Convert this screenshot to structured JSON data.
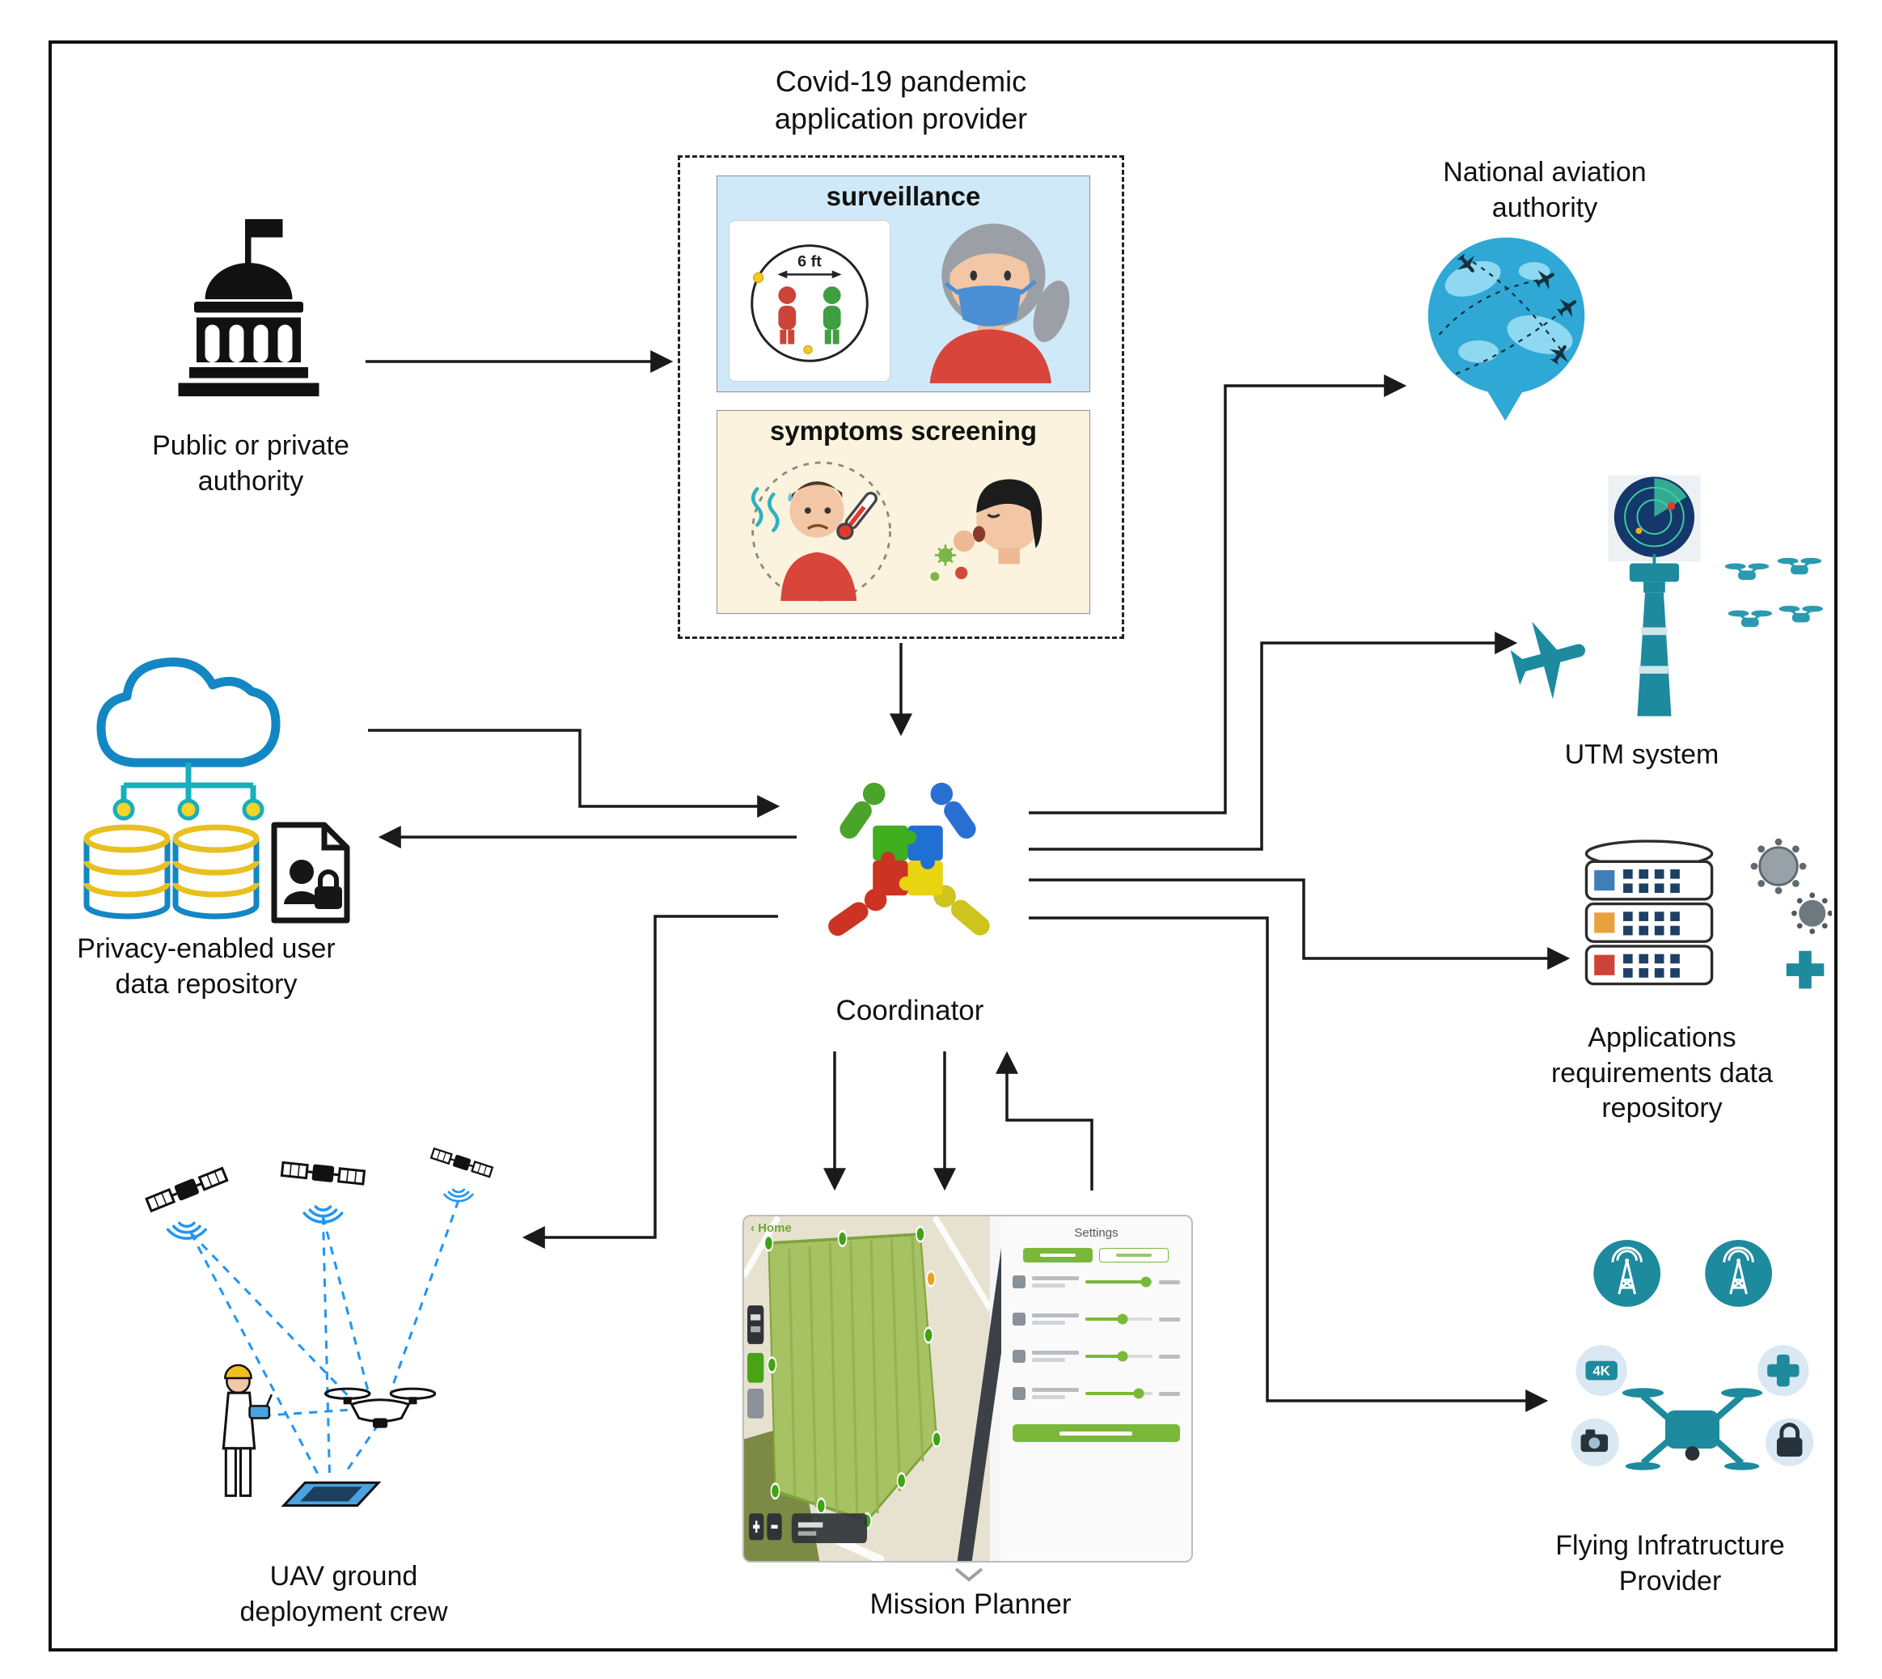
{
  "diagram": {
    "covid_provider": {
      "title1": "Covid-19 pandemic",
      "title2": "application provider",
      "surveillance_title": "surveillance",
      "distance_text": "6 ft",
      "symptoms_title": "symptoms screening"
    },
    "authority": {
      "line1": "Public or private",
      "line2": "authority"
    },
    "national_aviation": {
      "line1": "National aviation",
      "line2": "authority"
    },
    "utm": {
      "label": "UTM system"
    },
    "apps_repo": {
      "line1": "Applications",
      "line2": "requirements data",
      "line3": "repository"
    },
    "flying_infra": {
      "line1": "Flying Infratructure",
      "line2": "Provider",
      "badge_4k": "4K"
    },
    "privacy_repo": {
      "line1": "Privacy-enabled user",
      "line2": "data repository"
    },
    "coordinator": {
      "label": "Coordinator"
    },
    "uav_crew": {
      "line1": "UAV ground",
      "line2": "deployment crew"
    },
    "mission_planner": {
      "label": "Mission Planner",
      "screen_home": "Home",
      "screen_settings": "Settings"
    }
  },
  "colors": {
    "teal": "#1d8a9e",
    "globe_blue": "#2fa8d5",
    "signal_blue": "#2196f3",
    "surveillance_bg": "#cfe9f8",
    "symptoms_bg": "#fbf3dd",
    "puzzle_green": "#3fae1f",
    "puzzle_blue": "#1f6fd4",
    "puzzle_red": "#cc3322",
    "puzzle_yellow": "#e8d411",
    "planner_green": "#7ab83a"
  }
}
